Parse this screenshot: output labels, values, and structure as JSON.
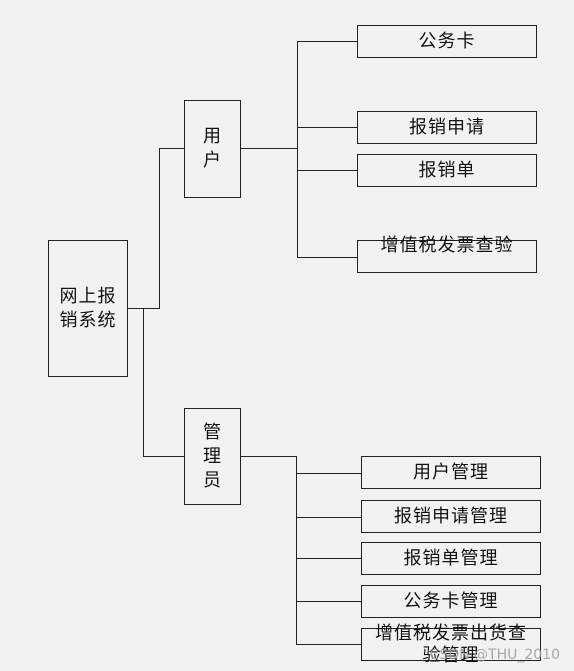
{
  "root": {
    "label": "网上报销系统"
  },
  "user_branch": {
    "label": "用户",
    "children": [
      "公务卡",
      "报销申请",
      "报销单",
      "增值税发票查验"
    ]
  },
  "admin_branch": {
    "label": "管理员",
    "children": [
      "用户管理",
      "报销申请管理",
      "报销单管理",
      "公务卡管理",
      "增值税发票出货查验管理"
    ]
  },
  "watermark": "CSDN @THU_2010"
}
